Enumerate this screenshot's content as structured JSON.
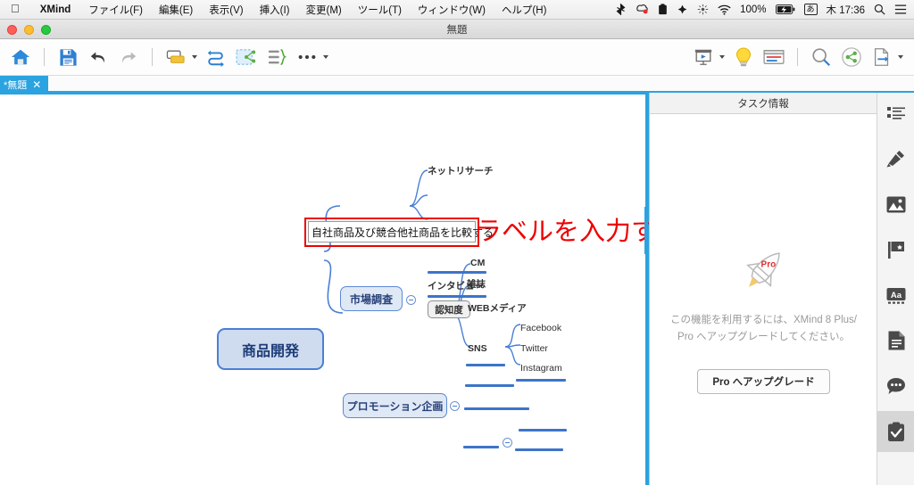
{
  "menubar": {
    "apple_icon": "apple-logo",
    "app_name": "XMind",
    "items": [
      "ファイル(F)",
      "編集(E)",
      "表示(V)",
      "挿入(I)",
      "変更(M)",
      "ツール(T)",
      "ウィンドウ(W)",
      "ヘルプ(H)"
    ],
    "status": {
      "battery_percent": "100%",
      "ime": "あ",
      "clock": "木 17:36",
      "icons": [
        "bluetooth-like-icon",
        "dropbox-icon",
        "clipboard-icon",
        "sync-icon",
        "app-icon",
        "wifi-icon",
        "battery-icon",
        "search-icon",
        "notification-center-icon"
      ]
    }
  },
  "window": {
    "title": "無題",
    "traffic_lights": [
      "close",
      "minimize",
      "zoom"
    ]
  },
  "toolbar": {
    "left_buttons": [
      {
        "name": "home-icon",
        "label": "ホーム"
      },
      {
        "name": "save-icon",
        "label": "保存"
      },
      {
        "name": "undo-icon",
        "label": "元に戻す"
      },
      {
        "name": "redo-icon",
        "label": "やり直す"
      },
      {
        "name": "topic-icon",
        "label": "トピック"
      },
      {
        "name": "relationship-icon",
        "label": "関連"
      },
      {
        "name": "boundary-icon",
        "label": "外枠"
      },
      {
        "name": "summary-icon",
        "label": "要約"
      },
      {
        "name": "more-icon",
        "label": "その他"
      }
    ],
    "right_buttons": [
      {
        "name": "presentation-icon",
        "label": "プレゼンテーション"
      },
      {
        "name": "brainstorm-icon",
        "label": "ブレインストーミング"
      },
      {
        "name": "style-icon",
        "label": "スタイル"
      },
      {
        "name": "zoom-icon",
        "label": "ズーム"
      },
      {
        "name": "share-icon",
        "label": "共有"
      },
      {
        "name": "export-icon",
        "label": "エクスポート"
      }
    ]
  },
  "tabstrip": {
    "tab_label": "*無題",
    "close_glyph": "✕"
  },
  "mindmap": {
    "central": "商品開発",
    "branches": [
      {
        "label": "市場調査",
        "children": [
          "ネットリサーチ",
          "インタビュー",
          "認知度"
        ]
      },
      {
        "label": "プロモーション企画",
        "children": [
          "CM",
          "雑誌",
          "WEBメディア",
          "SNS"
        ]
      }
    ],
    "sns_children": [
      "Facebook",
      "Twitter",
      "Instagram"
    ],
    "label_input_value": "自社商品及び競合他社商品を比較する",
    "annotation_text": "ラベルを入力する",
    "annotation_color": "#ee0000",
    "accent_color": "#2aa3e0"
  },
  "task_panel": {
    "header": "タスク情報",
    "upsell_line1": "この機能を利用するには、XMind 8 Plus/",
    "upsell_line2": "Pro へアップグレードしてください。",
    "upgrade_button": "Pro へアップグレード",
    "rocket_badge": "Pro"
  },
  "rail": {
    "items": [
      {
        "name": "outline-icon",
        "label": "アウトライン",
        "selected": false
      },
      {
        "name": "brush-icon",
        "label": "スタイル",
        "selected": false
      },
      {
        "name": "image-icon",
        "label": "画像",
        "selected": false
      },
      {
        "name": "marker-flag-icon",
        "label": "マーカー",
        "selected": false
      },
      {
        "name": "text-format-icon",
        "label": "テキスト書式",
        "selected": false
      },
      {
        "name": "notes-icon",
        "label": "ノート",
        "selected": false
      },
      {
        "name": "comment-icon",
        "label": "コメント",
        "selected": false
      },
      {
        "name": "task-clipboard-icon",
        "label": "タスク情報",
        "selected": true
      }
    ]
  }
}
